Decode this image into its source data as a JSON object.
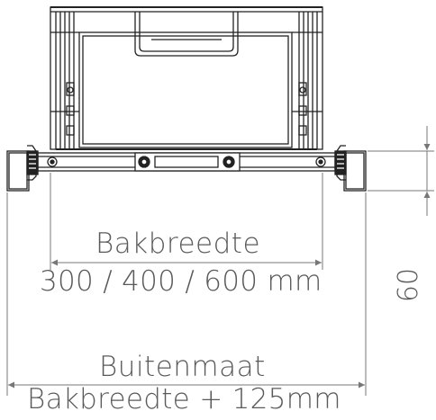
{
  "colors": {
    "line": "#222222",
    "dim_line": "#777777",
    "text": "#5a5a5a",
    "background": "#ffffff"
  },
  "dimensions": {
    "inner_width_label": "Bakbreedte",
    "inner_width_values": "300 / 400 / 600 mm",
    "outer_width_label": "Buitenmaat",
    "outer_width_formula": "Bakbreedte + 125mm",
    "height_value": "60"
  }
}
